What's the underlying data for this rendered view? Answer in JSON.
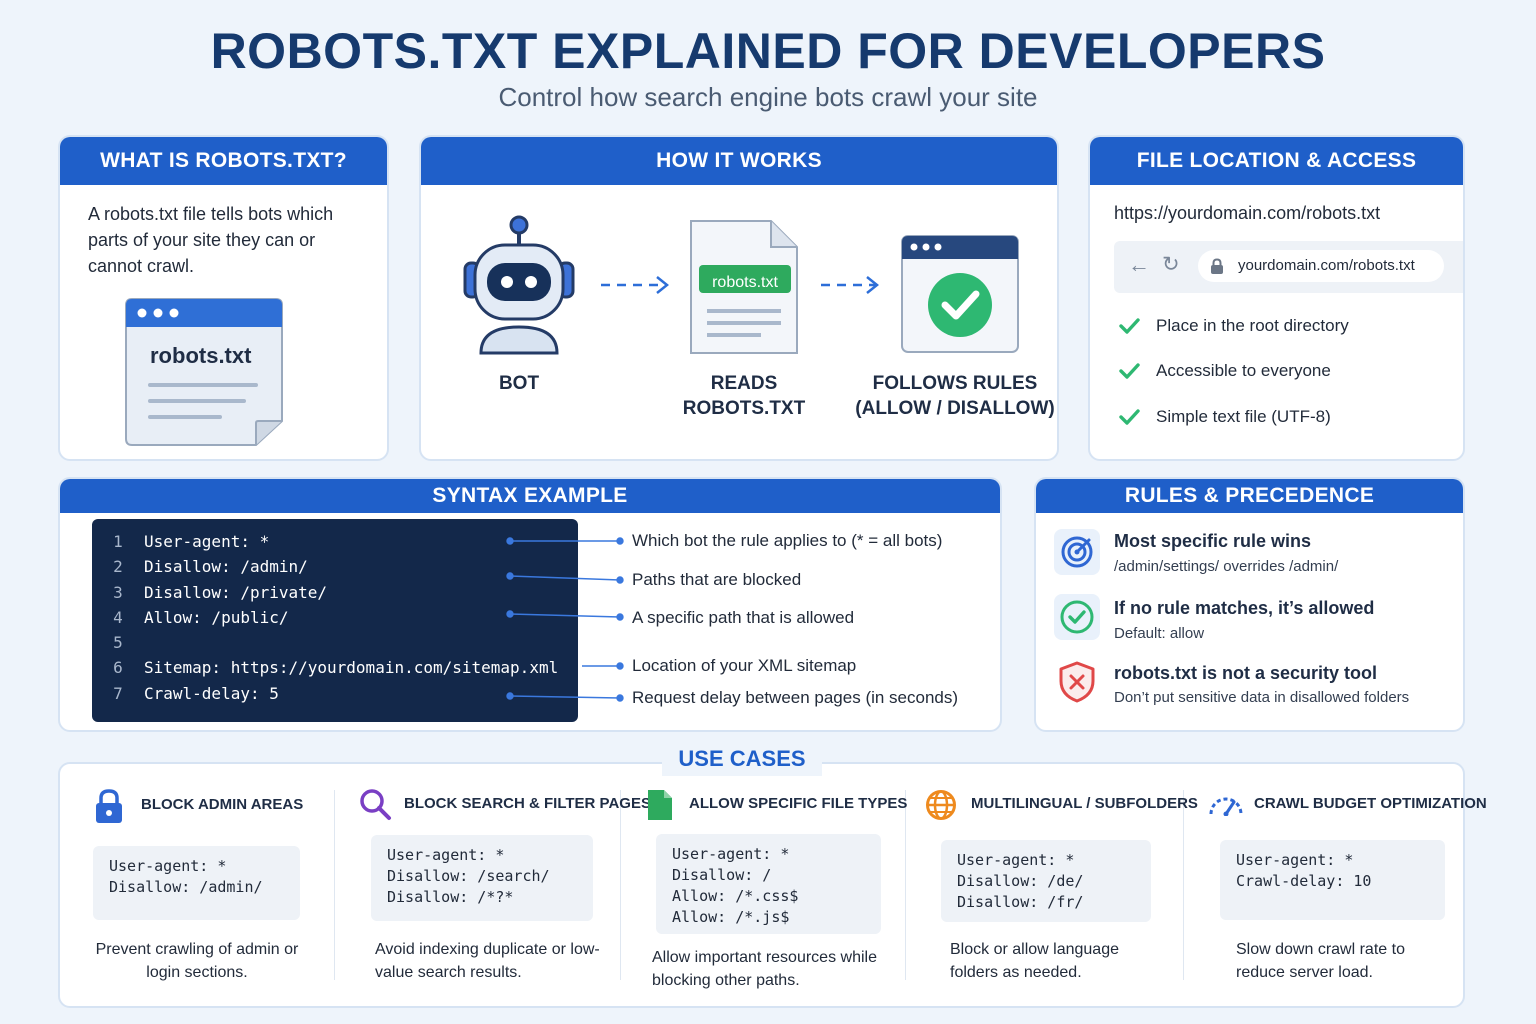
{
  "header": {
    "title": "ROBOTS.TXT EXPLAINED FOR DEVELOPERS",
    "subtitle": "Control how search engine bots crawl your site"
  },
  "what_is": {
    "heading": "WHAT IS ROBOTS.TXT?",
    "text": "A robots.txt file tells bots which parts of your site they can or cannot crawl.",
    "file_label": "robots.txt"
  },
  "how_it_works": {
    "heading": "HOW IT WORKS",
    "steps": [
      {
        "label": "BOT"
      },
      {
        "label": "READS ROBOTS.TXT",
        "file_tag": "robots.txt"
      },
      {
        "label": "FOLLOWS RULES (ALLOW / DISALLOW)"
      }
    ]
  },
  "file_location": {
    "heading": "FILE LOCATION & ACCESS",
    "url": "https://yourdomain.com/robots.txt",
    "address_bar": "yourdomain.com/robots.txt",
    "checks": [
      "Place in the root directory",
      "Accessible to everyone",
      "Simple text file (UTF-8)"
    ]
  },
  "syntax": {
    "heading": "SYNTAX EXAMPLE",
    "lines": [
      {
        "num": "1",
        "key": "User-agent:",
        "val": " *"
      },
      {
        "num": "2",
        "key": "Disallow:",
        "val": " /admin/"
      },
      {
        "num": "3",
        "key": "Disallow:",
        "val": " /private/"
      },
      {
        "num": "4",
        "key": "Allow:",
        "val": " /public/"
      },
      {
        "num": "5",
        "key": "",
        "val": ""
      },
      {
        "num": "6",
        "key": "Sitemap:",
        "val": " https://yourdomain.com/sitemap.xml"
      },
      {
        "num": "7",
        "key": "Crawl-delay:",
        "val": " 5"
      }
    ],
    "annotations": [
      "Which bot the rule applies to (* = all bots)",
      "Paths that are blocked",
      "A specific path that is allowed",
      "Location of your XML sitemap",
      "Request delay between pages (in seconds)"
    ]
  },
  "rules": {
    "heading": "RULES & PRECEDENCE",
    "items": [
      {
        "title": "Most specific rule wins",
        "sub": "/admin/settings/ overrides /admin/"
      },
      {
        "title": "If no rule matches, it’s allowed",
        "sub": "Default: allow"
      },
      {
        "title": "robots.txt is not a security tool",
        "sub": "Don’t put sensitive data in disallowed folders"
      }
    ]
  },
  "use_cases": {
    "heading": "USE CASES",
    "items": [
      {
        "title": "BLOCK ADMIN AREAS",
        "icon": "lock-icon",
        "code": "User-agent: *\nDisallow: /admin/",
        "desc": "Prevent crawling of admin or login sections."
      },
      {
        "title": "BLOCK SEARCH & FILTER PAGES",
        "icon": "magnifier-icon",
        "code": "User-agent: *\nDisallow: /search/\nDisallow: /*?*",
        "desc": "Avoid indexing duplicate or low-value search results."
      },
      {
        "title": "ALLOW SPECIFIC FILE TYPES",
        "icon": "document-icon",
        "code": "User-agent: *\nDisallow: /\nAllow: /*.css$\nAllow: /*.js$",
        "desc": "Allow important resources while blocking other paths."
      },
      {
        "title": "MULTILINGUAL / SUBFOLDERS",
        "icon": "globe-icon",
        "code": "User-agent: *\nDisallow: /de/\nDisallow: /fr/",
        "desc": "Block or allow language folders as needed."
      },
      {
        "title": "CRAWL BUDGET OPTIMIZATION",
        "icon": "speedometer-icon",
        "code": "User-agent: *\nCrawl-delay: 10",
        "desc": "Slow down crawl rate to reduce server load."
      }
    ]
  },
  "colors": {
    "primary": "#1f5fc9",
    "navy": "#163a6e",
    "code_bg": "#13284a",
    "success": "#2eb872",
    "danger": "#e04848"
  }
}
